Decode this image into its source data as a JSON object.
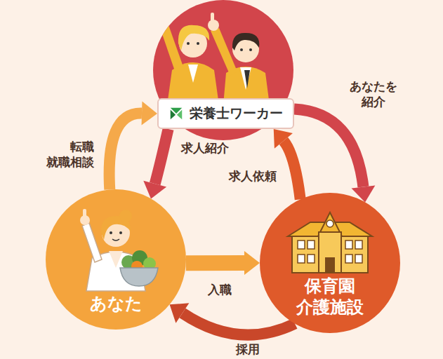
{
  "diagram": {
    "nodes": [
      {
        "text": [
          "栄養士ワーカー"
        ]
      },
      {
        "text": [
          "あなた"
        ]
      },
      {
        "text": [
          "保育園 介護施設"
        ]
      }
    ],
    "edges": [
      {
        "from": 1,
        "to": 0,
        "label": "転職 就職相談",
        "arrow": "to"
      },
      {
        "from": 0,
        "to": 1,
        "label": "求人紹介",
        "arrow": "to"
      },
      {
        "from": 0,
        "to": 2,
        "label": "あなたを 紹介",
        "arrow": "to"
      },
      {
        "from": 2,
        "to": 0,
        "label": "求人依頼",
        "arrow": "to"
      },
      {
        "from": 1,
        "to": 2,
        "label": "入職",
        "arrow": "to"
      },
      {
        "from": 2,
        "to": 1,
        "label": "採用",
        "arrow": "to"
      }
    ]
  }
}
